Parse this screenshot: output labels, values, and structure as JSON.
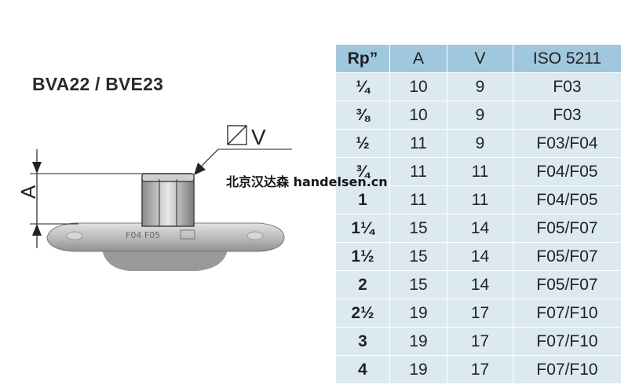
{
  "title": "BVA22 / BVE23",
  "drawing": {
    "dimension_label": "A",
    "size_label": "V",
    "casting_text": "F04 F05"
  },
  "watermark": "北京汉达森 handelsen.cn",
  "table": {
    "headers": [
      "Rp”",
      "A",
      "V",
      "ISO 5211"
    ],
    "rows": [
      [
        "¼",
        "10",
        "9",
        "F03"
      ],
      [
        "⅜",
        "10",
        "9",
        "F03"
      ],
      [
        "½",
        "11",
        "9",
        "F03/F04"
      ],
      [
        "¾",
        "11",
        "11",
        "F04/F05"
      ],
      [
        "1",
        "11",
        "11",
        "F04/F05"
      ],
      [
        "1¼",
        "15",
        "14",
        "F05/F07"
      ],
      [
        "1½",
        "15",
        "14",
        "F05/F07"
      ],
      [
        "2",
        "15",
        "14",
        "F05/F07"
      ],
      [
        "2½",
        "19",
        "17",
        "F07/F10"
      ],
      [
        "3",
        "19",
        "17",
        "F07/F10"
      ],
      [
        "4",
        "19",
        "17",
        "F07/F10"
      ]
    ]
  },
  "colors": {
    "header_bg": "#9fc7de",
    "cell_bg": "#dde9f1"
  }
}
